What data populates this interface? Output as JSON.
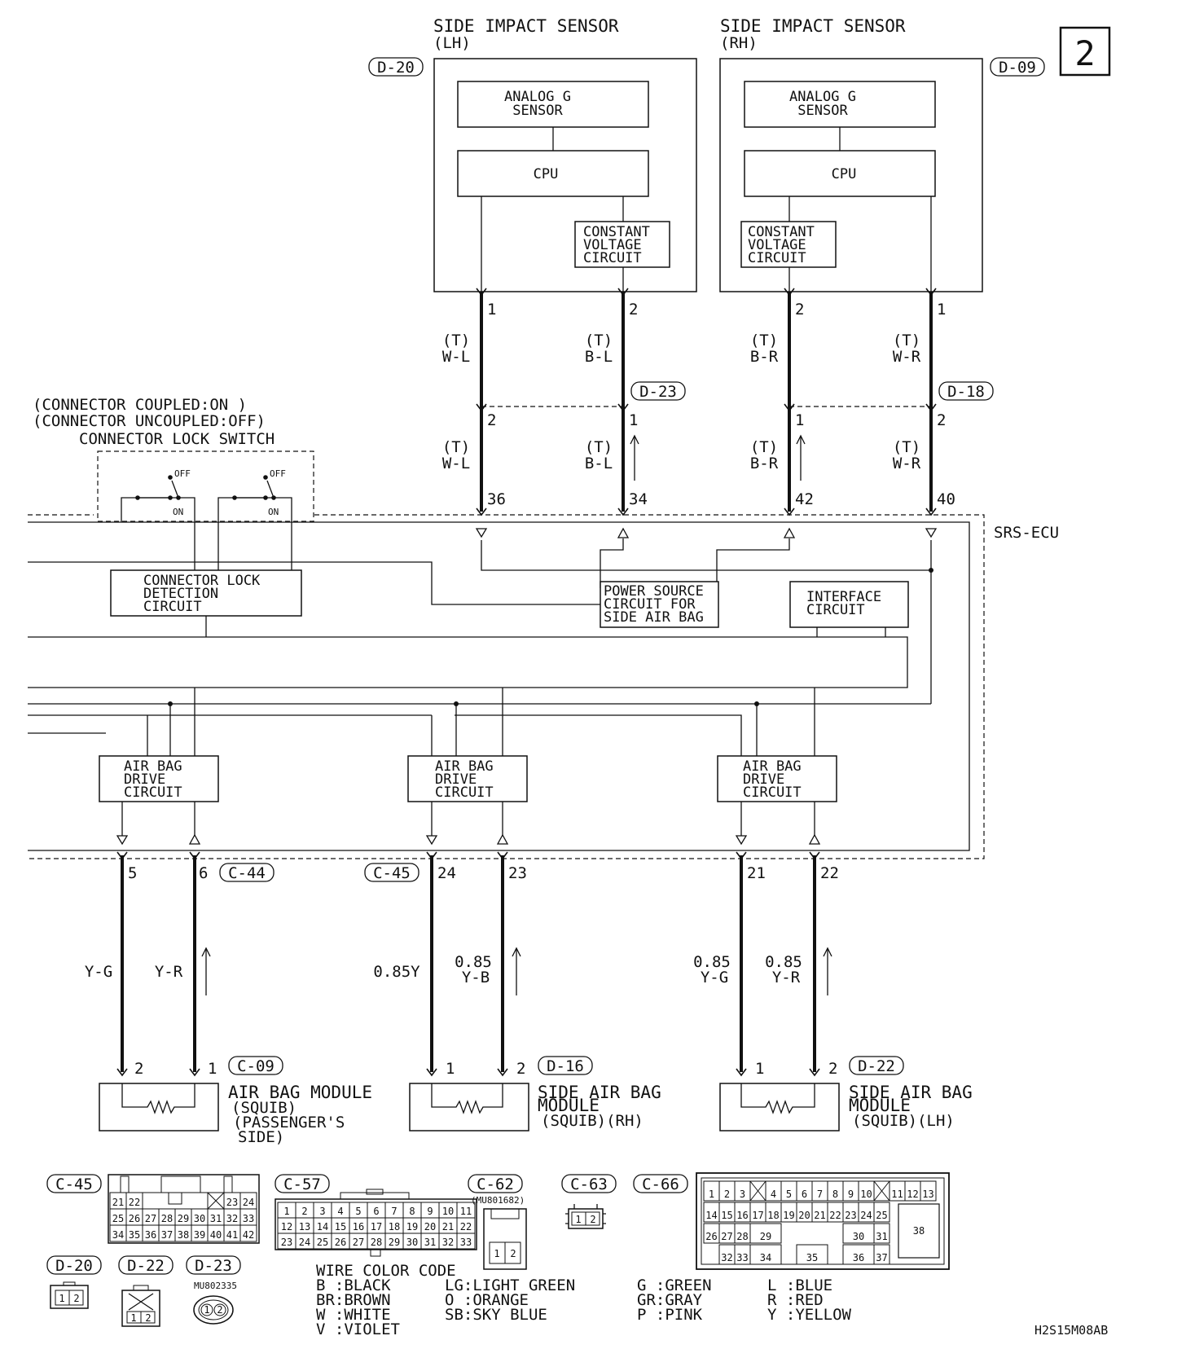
{
  "figure_id": "2",
  "drawing_code": "H2S15M08AB",
  "sensors": {
    "lh": {
      "title": "SIDE IMPACT SENSOR",
      "side": "(LH)",
      "connector": "D-20"
    },
    "rh": {
      "title": "SIDE IMPACT SENSOR",
      "side": "(RH)",
      "connector": "D-09"
    },
    "analog": [
      "ANALOG G",
      "SENSOR"
    ],
    "cpu": "CPU",
    "cvc": [
      "CONSTANT",
      "VOLTAGE",
      "CIRCUIT"
    ]
  },
  "lock_switch": {
    "line1": "(CONNECTOR COUPLED:ON   )",
    "line2": "(CONNECTOR UNCOUPLED:OFF)",
    "title": "CONNECTOR LOCK SWITCH",
    "off": "OFF",
    "on": "ON"
  },
  "ecu": {
    "label": "SRS-ECU",
    "lock_detect": [
      "CONNECTOR LOCK",
      "DETECTION",
      "CIRCUIT"
    ],
    "power": [
      "POWER SOURCE",
      "CIRCUIT FOR",
      "SIDE AIR BAG"
    ],
    "interface": [
      "INTERFACE",
      "CIRCUIT"
    ],
    "drive": [
      "AIR BAG",
      "DRIVE",
      "CIRCUIT"
    ]
  },
  "connectors": {
    "d23": "D-23",
    "d18": "D-18",
    "c44": "C-44",
    "c45": "C-45",
    "c09": "C-09",
    "d16": "D-16",
    "d22": "D-22"
  },
  "upper_wires": {
    "tag": "(T)",
    "lh1": "W-L",
    "lh2": "B-L",
    "rh2": "B-R",
    "rh1": "W-R",
    "pins_top": [
      "1",
      "2",
      "2",
      "1"
    ],
    "pins_mid": [
      "2",
      "1",
      "1",
      "2"
    ],
    "pins_ecu": [
      "36",
      "34",
      "42",
      "40"
    ]
  },
  "lower_wires": {
    "pins_ecu": [
      "5",
      "6",
      "24",
      "23",
      "21",
      "22"
    ],
    "colors": [
      "Y-G",
      "Y-R",
      "0.85Y",
      "0.85",
      "Y-B",
      "0.85",
      "Y-G",
      "0.85",
      "Y-R"
    ],
    "pins_mod": [
      "2",
      "1",
      "1",
      "2",
      "1",
      "2"
    ]
  },
  "modules": {
    "passenger": [
      "AIR BAG MODULE",
      "(SQUIB)",
      "(PASSENGER'S",
      "SIDE)"
    ],
    "rh": [
      "SIDE AIR BAG",
      "MODULE",
      "(SQUIB)(RH)"
    ],
    "lh": [
      "SIDE AIR BAG",
      "MODULE",
      "(SQUIB)(LH)"
    ]
  },
  "views": {
    "c45": "C-45",
    "c57": "C-57",
    "c62": "C-62",
    "c62_part": "(MU801682)",
    "c63": "C-63",
    "c66": "C-66",
    "d20": "D-20",
    "d22": "D-22",
    "d23": "D-23",
    "d23_part": "MU802335",
    "c45_rows": [
      [
        "21",
        "22",
        "",
        "",
        "",
        "",
        "",
        "23",
        "24"
      ],
      [
        "25",
        "26",
        "27",
        "28",
        "29",
        "30",
        "31",
        "32",
        "33"
      ],
      [
        "34",
        "35",
        "36",
        "37",
        "38",
        "39",
        "40",
        "41",
        "42"
      ]
    ],
    "c57_rows": [
      [
        "1",
        "2",
        "3",
        "4",
        "5",
        "6",
        "7",
        "8",
        "9",
        "10",
        "11"
      ],
      [
        "12",
        "13",
        "14",
        "15",
        "16",
        "17",
        "18",
        "19",
        "20",
        "21",
        "22"
      ],
      [
        "23",
        "24",
        "25",
        "26",
        "27",
        "28",
        "29",
        "30",
        "31",
        "32",
        "33"
      ]
    ],
    "c66_row1": [
      "1",
      "2",
      "3",
      "",
      "4",
      "5",
      "6",
      "7",
      "8",
      "9",
      "10",
      "",
      "11",
      "12",
      "13"
    ],
    "c66_row2": [
      "14",
      "15",
      "16",
      "17",
      "18",
      "19",
      "20",
      "21",
      "22",
      "23",
      "24",
      "25"
    ],
    "c66_row3": [
      "26",
      "27",
      "28",
      "29",
      "30",
      "31"
    ],
    "c66_row4": [
      "32",
      "33",
      "34",
      "35",
      "36",
      "37"
    ],
    "c66_big": "38",
    "two_pin": [
      "1",
      "2"
    ]
  },
  "legend": {
    "title": "WIRE COLOR CODE",
    "col1": [
      "B :BLACK",
      "BR:BROWN",
      "W :WHITE",
      "V :VIOLET"
    ],
    "col2": [
      "LG:LIGHT GREEN",
      "O :ORANGE",
      "SB:SKY BLUE"
    ],
    "col3": [
      "G :GREEN",
      "GR:GRAY",
      "P :PINK"
    ],
    "col4": [
      "L :BLUE",
      "R :RED",
      "Y :YELLOW"
    ]
  }
}
